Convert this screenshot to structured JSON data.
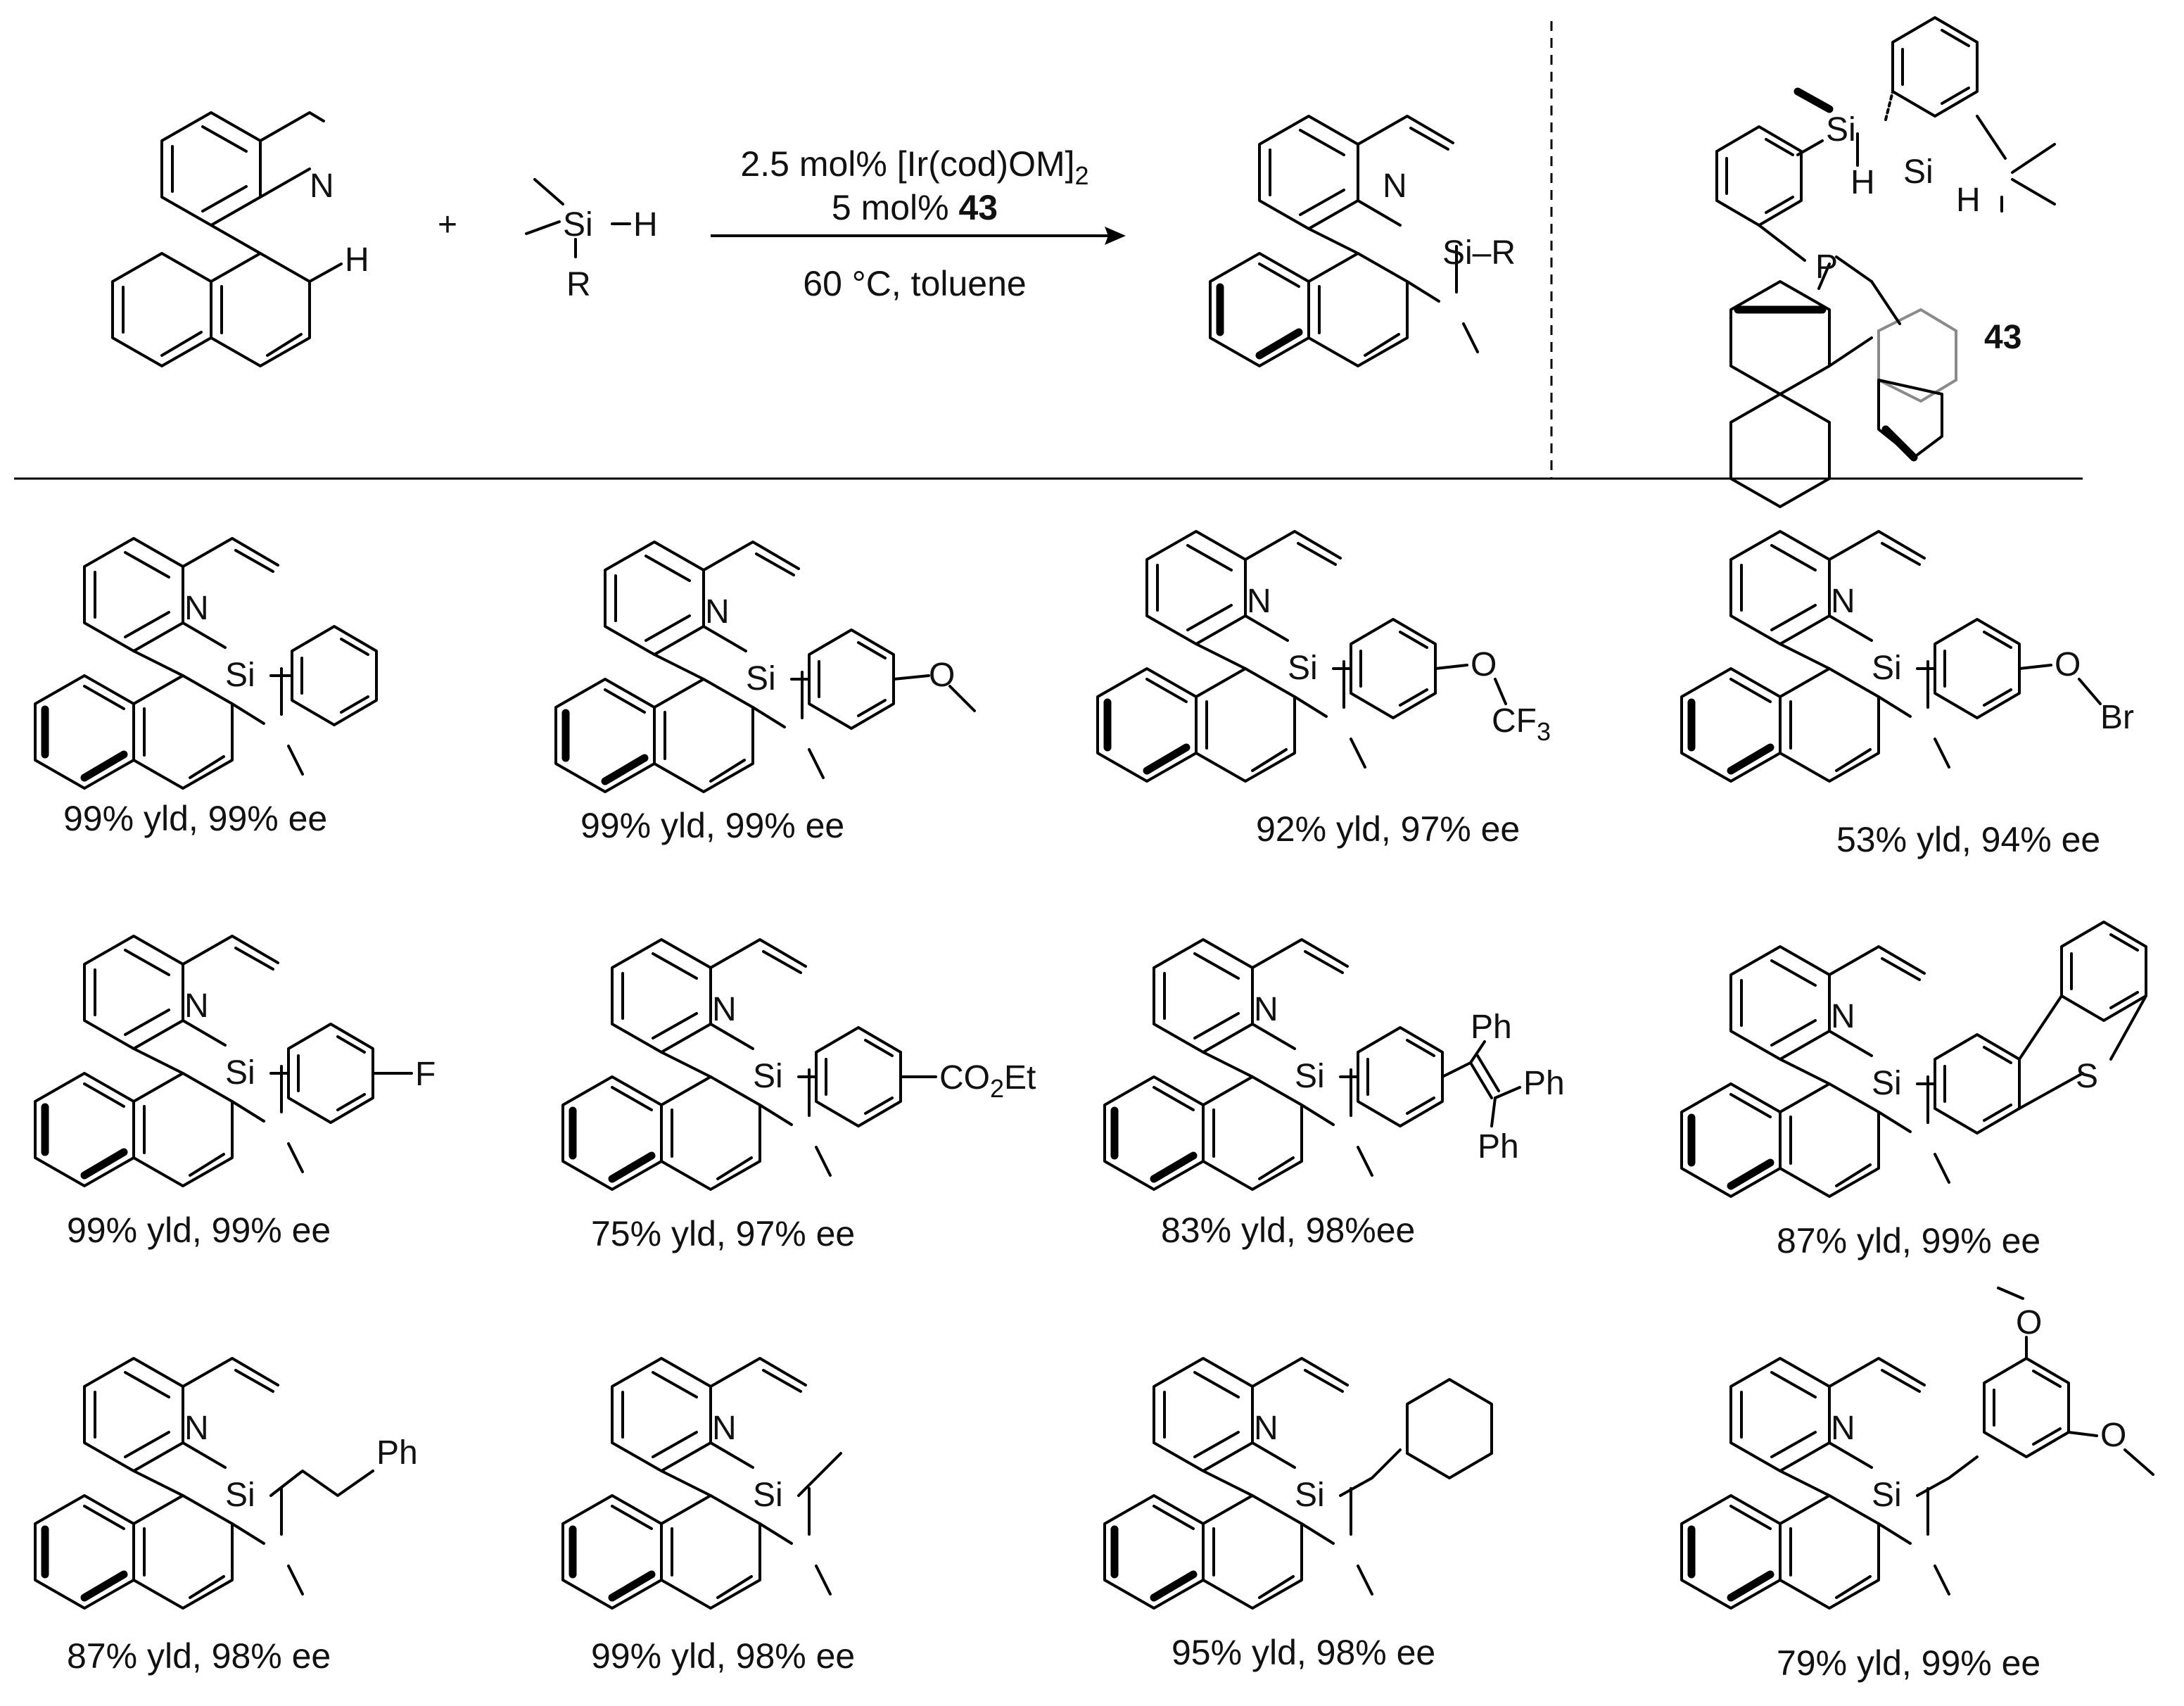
{
  "reaction": {
    "reagent_si": "Si",
    "reagent_h": "H",
    "reagent_r": "R",
    "sm_h": "H",
    "sm_n": "N",
    "plus": "+",
    "condition_line1": "2.5 mol% [Ir(cod)OM]",
    "condition_line1_sub": "2",
    "condition_line2_prefix": "5 mol% ",
    "condition_line2_ligand": "43",
    "condition_line3": "60 °C, toluene",
    "product_si_r": "Si–R",
    "product_n": "N"
  },
  "ligand": {
    "label": "43",
    "si1": "Si",
    "h1": "H",
    "si2": "Si",
    "h2": "H",
    "p": "P"
  },
  "products": [
    {
      "yield_text": "99% yld, 99% ee"
    },
    {
      "yield_text": "99% yld, 99% ee",
      "sub": "O"
    },
    {
      "yield_text": "92% yld, 97% ee",
      "sub": "O",
      "sub2": "CF",
      "sub2_idx": "3"
    },
    {
      "yield_text": "53% yld, 94% ee",
      "sub": "O",
      "sub2": "Br"
    },
    {
      "yield_text": "99% yld, 99% ee",
      "sub": "F"
    },
    {
      "yield_text": "75% yld, 97% ee",
      "sub": "CO",
      "sub_idx": "2",
      "sub_tail": "Et"
    },
    {
      "yield_text": "83% yld, 98%ee",
      "ph1": "Ph",
      "ph2": "Ph",
      "ph3": "Ph"
    },
    {
      "yield_text": "87% yld, 99% ee",
      "sub": "S"
    },
    {
      "yield_text": "87% yld, 98% ee",
      "sub": "Ph"
    },
    {
      "yield_text": "99% yld, 98% ee"
    },
    {
      "yield_text": "95% yld, 98% ee"
    },
    {
      "yield_text": "79% yld, 99% ee",
      "o1": "O",
      "o2": "O"
    }
  ],
  "atom_labels": {
    "si": "Si",
    "n": "N"
  }
}
